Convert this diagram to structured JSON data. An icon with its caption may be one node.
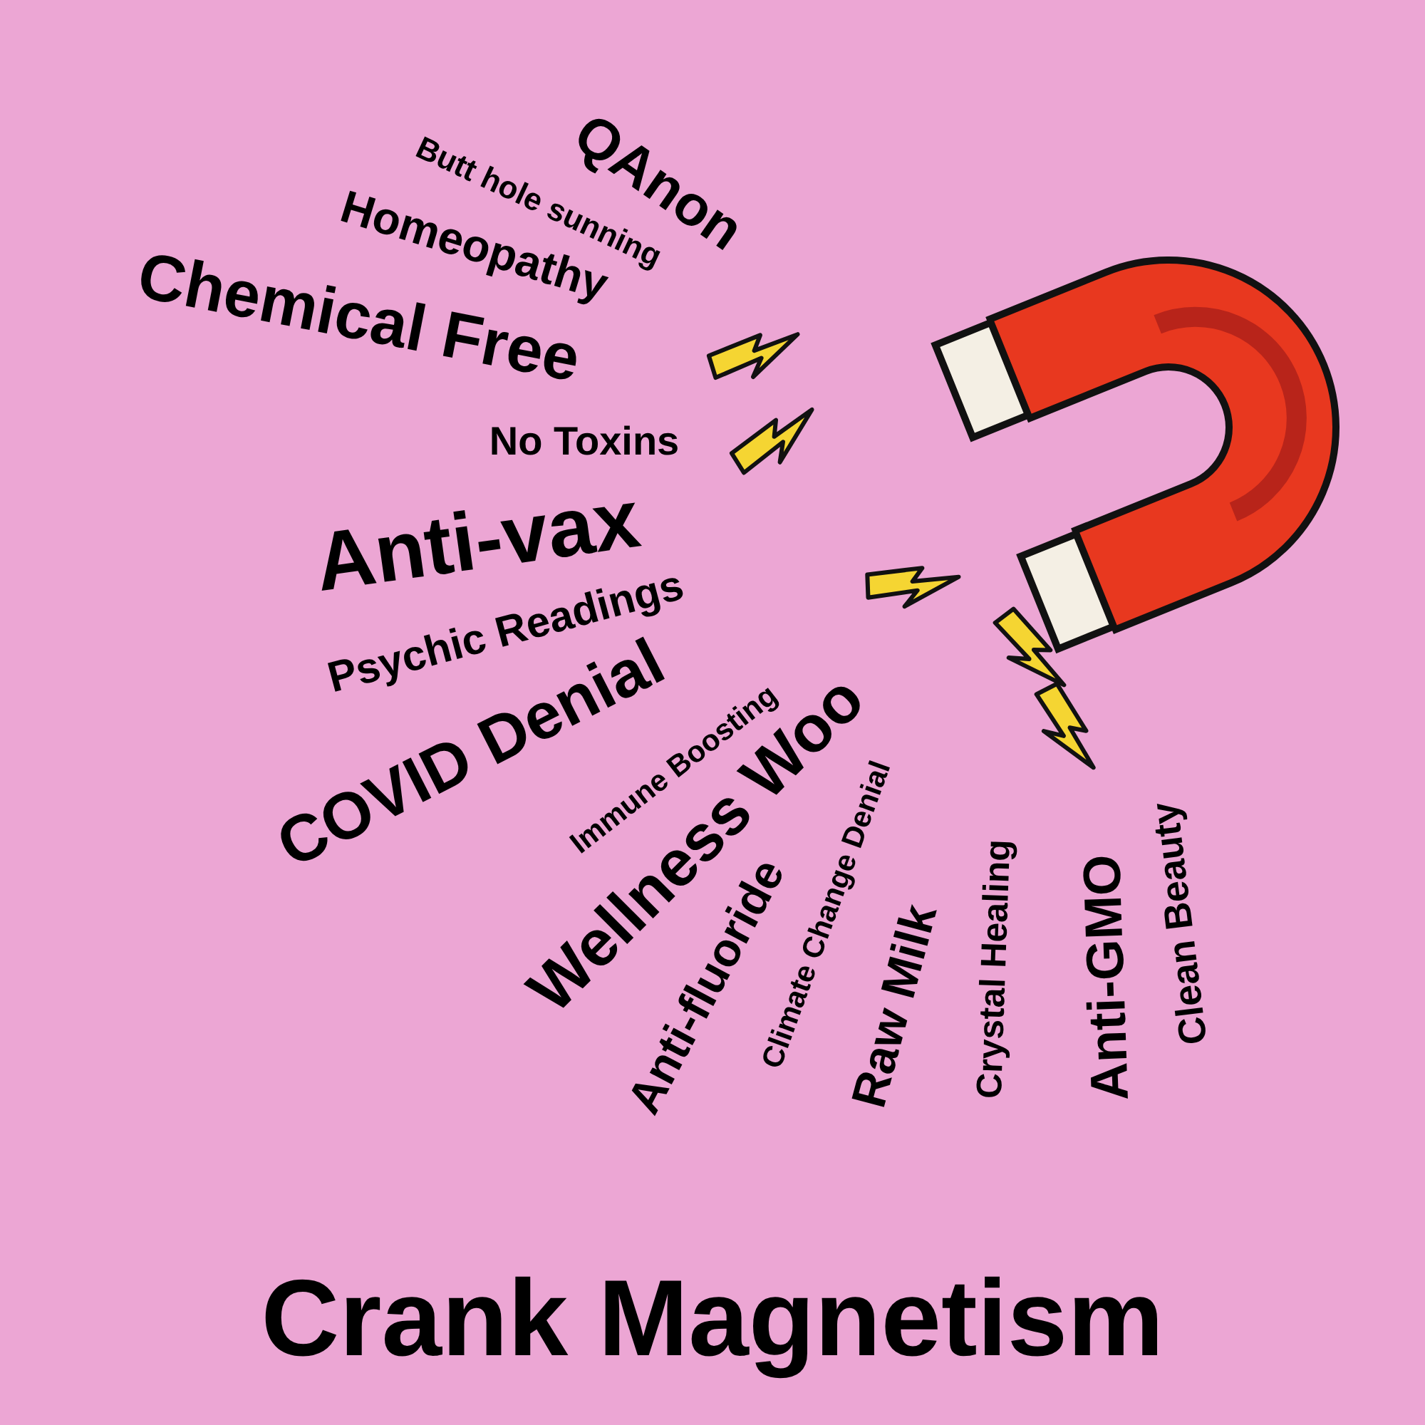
{
  "diagram": {
    "title": "Crank Magnetism",
    "labels": [
      "QAnon",
      "Butt hole sunning",
      "Homeopathy",
      "Chemical Free",
      "No Toxins",
      "Anti-vax",
      "Psychic Readings",
      "COVID Denial",
      "Immune Boosting",
      "Wellness Woo",
      "Anti-fluoride",
      "Climate Change Denial",
      "Raw Milk",
      "Crystal Healing",
      "Anti-GMO",
      "Clean Beauty"
    ]
  }
}
